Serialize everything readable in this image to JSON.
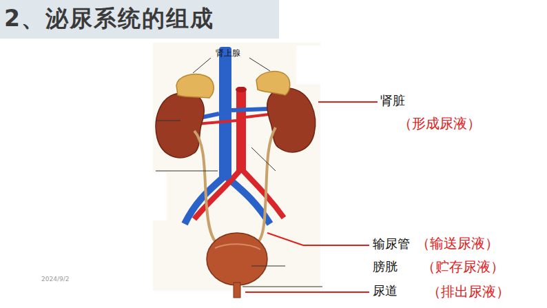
{
  "diagram": {
    "title": "2、泌尿系统的组成",
    "labels": [
      "肾上腺",
      "肾脏",
      "（形成尿液）",
      "输尿管",
      "（输送尿液）",
      "膀胱",
      "（贮存尿液）",
      "尿道",
      "（排出尿液）",
      "2024/9/2"
    ]
  }
}
